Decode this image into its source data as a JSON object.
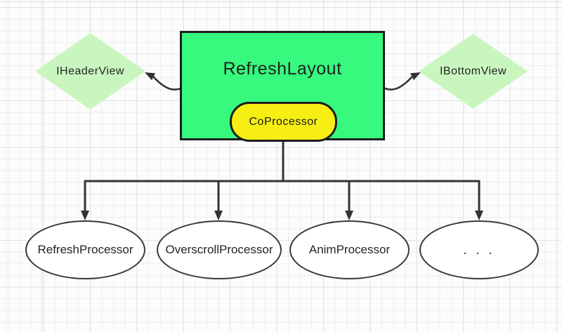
{
  "diagram": {
    "container_node": {
      "label": "RefreshLayout"
    },
    "coprocessor_node": {
      "label": "CoProcessor"
    },
    "header_diamond": {
      "label": "IHeaderView"
    },
    "bottom_diamond": {
      "label": "IBottomView"
    },
    "processor_nodes": [
      {
        "label": "RefreshProcessor"
      },
      {
        "label": "OverscrollProcessor"
      },
      {
        "label": "AnimProcessor"
      },
      {
        "label": ". . ."
      }
    ],
    "colors": {
      "container_fill": "#36f97d",
      "coprocessor_fill": "#f7ee14",
      "interface_diamond_fill": "#c9f6bf",
      "connector_stroke": "#333333",
      "node_border": "#1d1d1d",
      "text": "#222222",
      "grid_minor": "#ededed",
      "grid_major": "#e2e2e2"
    }
  }
}
